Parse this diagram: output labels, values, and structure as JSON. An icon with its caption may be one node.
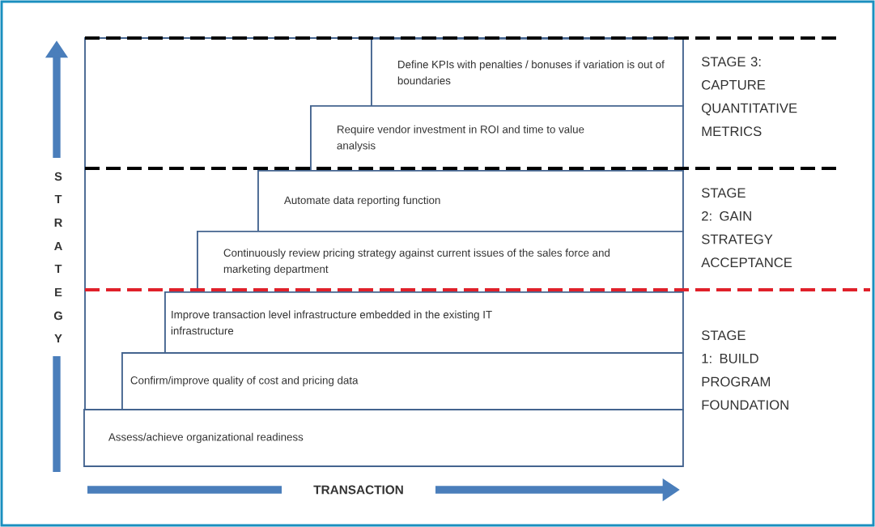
{
  "diagram": {
    "nodes": [
      {
        "text": [
          "Define KPIs with penalties / bonuses if variation is out of boundaries"
        ]
      },
      {
        "text": [
          "Require vendor investment in ROI and time to value analysis"
        ]
      },
      {
        "text": [
          "Automate data reporting function"
        ]
      },
      {
        "text": [
          "Continuously review pricing strategy against current issues of the sales force and marketing department"
        ]
      },
      {
        "text": [
          "Improve transaction level infrastructure embedded in the existing  IT infrastructure"
        ]
      },
      {
        "text": [
          "Confirm/improve quality of cost and pricing data"
        ]
      },
      {
        "text": [
          "Assess/achieve organizational readiness"
        ]
      }
    ],
    "labels": [
      "STAGE 3: CAPTURE QUANTITATIVE METRICS",
      "STAGE 2: GAIN STRATEGY ACCEPTANCE",
      "STAGE 1: BUILD PROGRAM FOUNDATION",
      "S",
      "T",
      "R",
      "A",
      "T",
      "E",
      "G",
      "Y",
      "TRANSACTION"
    ]
  }
}
